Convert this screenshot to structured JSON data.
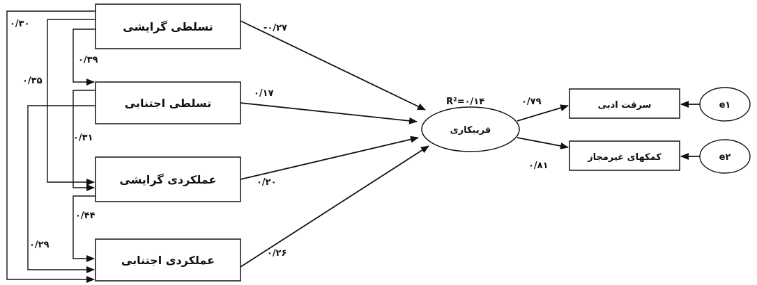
{
  "predictors": [
    {
      "id": "p1",
      "label": "تسلطی گرایشی"
    },
    {
      "id": "p2",
      "label": "تسلطی اجتنابی"
    },
    {
      "id": "p3",
      "label": "عملکردی گرایشی"
    },
    {
      "id": "p4",
      "label": "عملکردی اجتنابی"
    }
  ],
  "mediator": {
    "label": "فریبکاری",
    "r2": "R²=۰/۱۴"
  },
  "outcomes": [
    {
      "id": "o1",
      "label": "سرقت ادبی",
      "error": "e۱"
    },
    {
      "id": "o2",
      "label": "کمکهای غیرمجاز",
      "error": "e۲"
    }
  ],
  "path_coefficients": {
    "p1_to_m": "-۰/۲۷",
    "p2_to_m": "۰/۱۷",
    "p3_to_m": "۰/۲۰",
    "p4_to_m": "۰/۲۶",
    "m_to_o1": "۰/۷۹",
    "m_to_o2": "۰/۸۱"
  },
  "correlations": {
    "p1_p2": "۰/۳۹",
    "p2_p3": "۰/۳۱",
    "p3_p4": "۰/۴۴",
    "p1_p3": "۰/۳۵",
    "p1_p4": "۰/۳۰",
    "p2_p4": "۰/۲۹"
  }
}
